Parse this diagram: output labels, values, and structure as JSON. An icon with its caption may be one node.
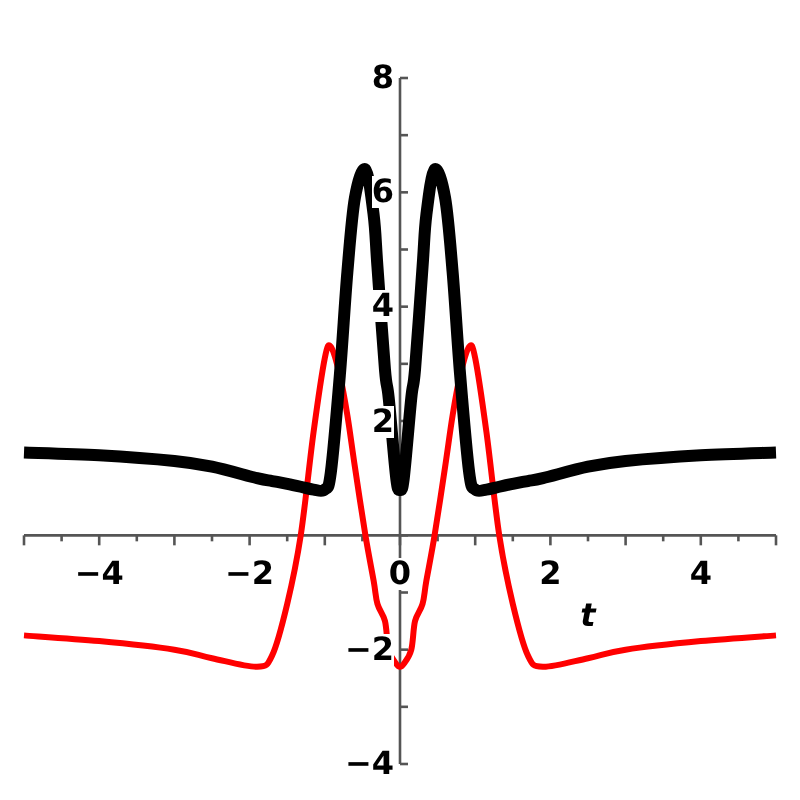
{
  "diagram": {
    "chart_data": {
      "type": "line",
      "xlabel": "t",
      "x": [
        -5,
        -4,
        -3,
        -2.5,
        -1.9,
        -1.7,
        -1.5,
        -1.32,
        -1.15,
        -1.0,
        -0.92,
        -0.8,
        -0.7,
        -0.6,
        -0.46,
        -0.35,
        -0.3,
        -0.2,
        -0.15,
        -0.05,
        0,
        0.05,
        0.15,
        0.2,
        0.3,
        0.35,
        0.46,
        0.6,
        0.7,
        0.8,
        0.92,
        1.0,
        1.15,
        1.32,
        1.5,
        1.7,
        1.9,
        2.5,
        3,
        4,
        5
      ],
      "series": [
        {
          "color": "#ff0000",
          "values": [
            -1.75,
            -1.85,
            -2.0,
            -2.15,
            -2.3,
            -2.1,
            -1.2,
            0,
            1.8,
            3.1,
            3.3,
            2.8,
            2.1,
            1.2,
            0,
            -0.8,
            -1.2,
            -1.5,
            -2.0,
            -2.25,
            -2.3,
            -2.25,
            -2.0,
            -1.5,
            -1.2,
            -0.8,
            0,
            1.2,
            2.1,
            2.8,
            3.3,
            3.1,
            1.8,
            0,
            -1.2,
            -2.1,
            -2.3,
            -2.15,
            -2.0,
            -1.85,
            -1.75
          ]
        },
        {
          "color": "#000000",
          "values": [
            1.45,
            1.4,
            1.3,
            1.2,
            1.0,
            0.95,
            0.9,
            0.85,
            0.8,
            0.8,
            1.1,
            2.8,
            4.6,
            5.9,
            6.4,
            5.6,
            4.7,
            2.9,
            2.4,
            1.0,
            0.8,
            1.0,
            2.4,
            2.9,
            4.7,
            5.6,
            6.4,
            5.9,
            4.6,
            2.8,
            1.1,
            0.8,
            0.8,
            0.85,
            0.9,
            0.95,
            1.0,
            1.2,
            1.3,
            1.4,
            1.45
          ]
        }
      ],
      "xlim": [
        -5,
        5
      ],
      "ylim": [
        -4,
        8
      ],
      "xticks": [
        {
          "value": -4,
          "label": "−4"
        },
        {
          "value": -2,
          "label": "−2"
        },
        0,
        2,
        4
      ],
      "yticks": [
        8,
        6,
        4,
        2,
        {
          "value": -2,
          "label": "−2"
        },
        {
          "value": -4,
          "label": "−4"
        }
      ]
    }
  }
}
